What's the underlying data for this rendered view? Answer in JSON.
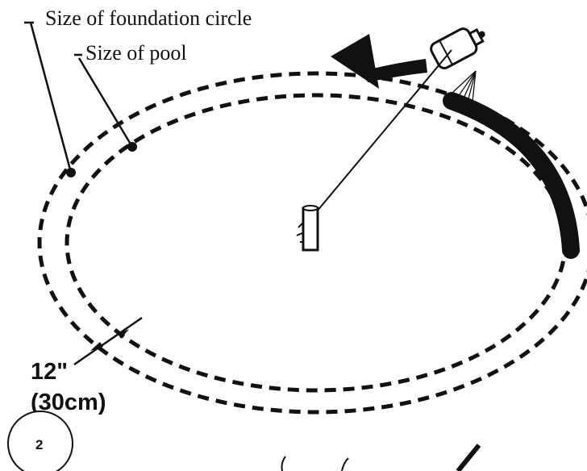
{
  "labels": {
    "foundation_circle": "Size of foundation circle",
    "pool": "Size of pool",
    "distance_inches": "12\"",
    "distance_cm": "(30cm)"
  },
  "step_number": "2",
  "colors": {
    "ink": "#111111",
    "background": "#ffffff"
  },
  "icons": [
    "spray-can-icon",
    "center-stake-icon",
    "direction-arrow-icon"
  ]
}
